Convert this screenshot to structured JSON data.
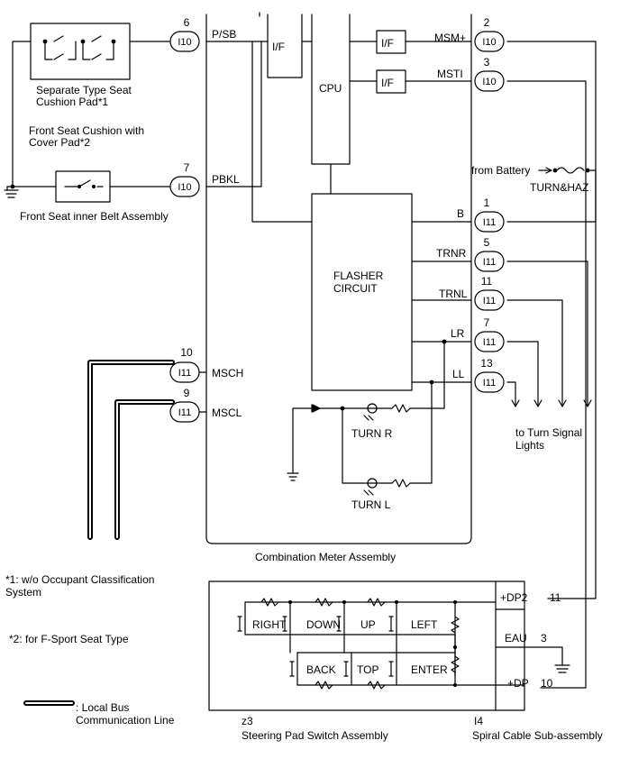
{
  "labels": {
    "separate_seat": [
      "Separate Type Seat",
      "Cushion Pad*1"
    ],
    "front_seat_cushion": [
      "Front Seat Cushion with",
      "Cover Pad*2"
    ],
    "inner_belt": "Front Seat inner Belt Assembly",
    "meter_assembly": "Combination Meter Assembly",
    "if_label": "I/F",
    "cpu": "CPU",
    "flasher": [
      "FLASHER",
      "CIRCUIT"
    ],
    "from_battery": "from Battery",
    "fuse": "TURN&HAZ",
    "turn_r": "TURN R",
    "turn_l": "TURN L",
    "to_turn": [
      "to Turn Signal",
      "Lights"
    ],
    "note1": [
      "*1: w/o Occupant Classification",
      "System"
    ],
    "note2": "*2: for F-Sport Seat Type",
    "legend": [
      ": Local Bus",
      "Communication Line"
    ],
    "steering_code": "z3",
    "steering": "Steering Pad Switch Assembly",
    "spiral_code": "I4",
    "spiral": "Spiral Cable Sub-assembly"
  },
  "switches": [
    "RIGHT",
    "DOWN",
    "UP",
    "LEFT",
    "BACK",
    "TOP",
    "ENTER"
  ],
  "meter_pins": [
    {
      "pin": "6",
      "conn": "I10",
      "sig": "P/SB"
    },
    {
      "pin": "7",
      "conn": "I10",
      "sig": "PBKL"
    },
    {
      "pin": "10",
      "conn": "I11",
      "sig": "MSCH"
    },
    {
      "pin": "9",
      "conn": "I11",
      "sig": "MSCL"
    },
    {
      "pin": "2",
      "conn": "I10",
      "sig": "MSM+"
    },
    {
      "pin": "3",
      "conn": "I10",
      "sig": "MSTI"
    },
    {
      "pin": "1",
      "conn": "I11",
      "sig": "B"
    },
    {
      "pin": "5",
      "conn": "I11",
      "sig": "TRNR"
    },
    {
      "pin": "11",
      "conn": "I11",
      "sig": "TRNL"
    },
    {
      "pin": "7",
      "conn": "I11",
      "sig": "LR"
    },
    {
      "pin": "13",
      "conn": "I11",
      "sig": "LL"
    }
  ],
  "spiral_pins": [
    {
      "sig": "+DP2",
      "pin": "11"
    },
    {
      "sig": "EAU",
      "pin": "3"
    },
    {
      "sig": "+DP",
      "pin": "10"
    }
  ]
}
